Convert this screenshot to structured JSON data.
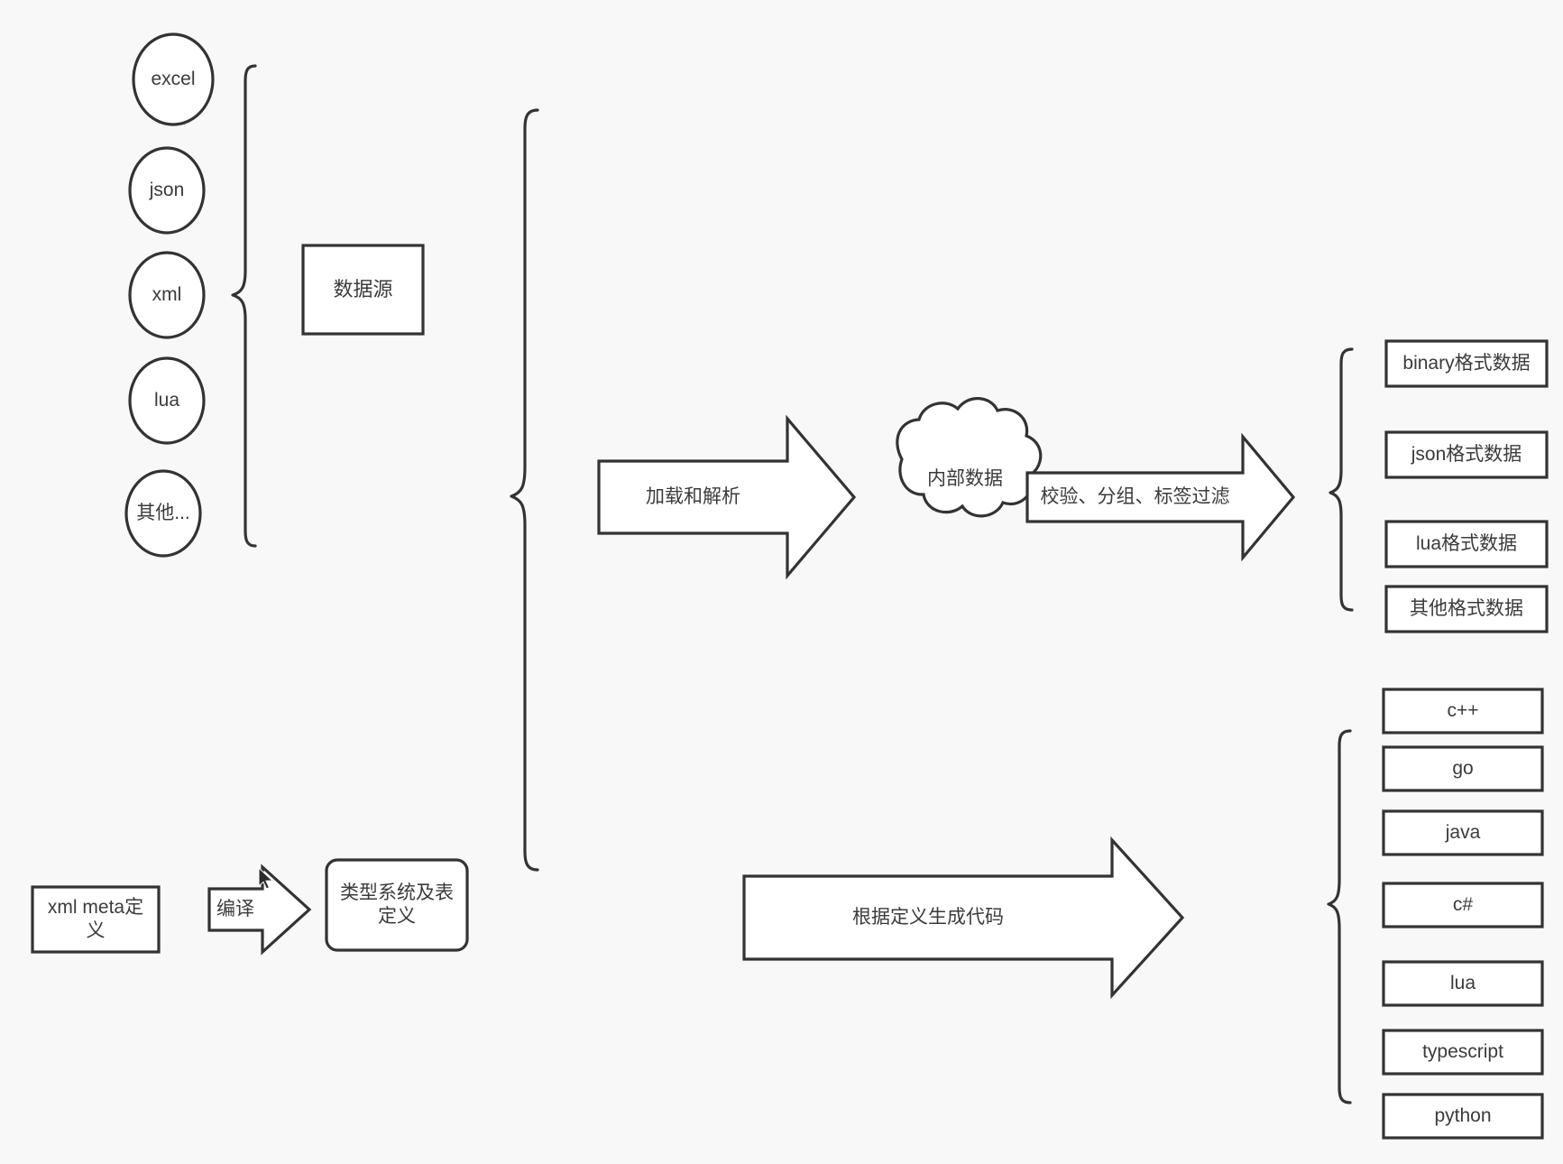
{
  "diagram": {
    "title": "data pipeline and code generation flow",
    "background_color": "#f8f8f8",
    "stroke_color": "#333333",
    "fill_color": "#ffffff",
    "text_color": "#3b3b3b"
  },
  "sources": {
    "items": [
      {
        "label": "excel"
      },
      {
        "label": "json"
      },
      {
        "label": "xml"
      },
      {
        "label": "lua"
      },
      {
        "label": "其他..."
      }
    ],
    "group_label": "数据源"
  },
  "meta": {
    "definition_label": "xml meta定\n义",
    "compile_arrow_label": "编译",
    "type_system_label": "类型系统及表\n定义"
  },
  "pipeline": {
    "load_parse_arrow_label": "加载和解析",
    "internal_data_label": "内部数据",
    "filter_arrow_label": "校验、分组、标签过滤",
    "codegen_arrow_label": "根据定义生成代码"
  },
  "outputs": {
    "data_formats": [
      {
        "label": "binary格式数据"
      },
      {
        "label": "json格式数据"
      },
      {
        "label": "lua格式数据"
      },
      {
        "label": "其他格式数据"
      }
    ],
    "languages": [
      {
        "label": "c++"
      },
      {
        "label": "go"
      },
      {
        "label": "java"
      },
      {
        "label": "c#"
      },
      {
        "label": "lua"
      },
      {
        "label": "typescript"
      },
      {
        "label": "python"
      }
    ]
  }
}
